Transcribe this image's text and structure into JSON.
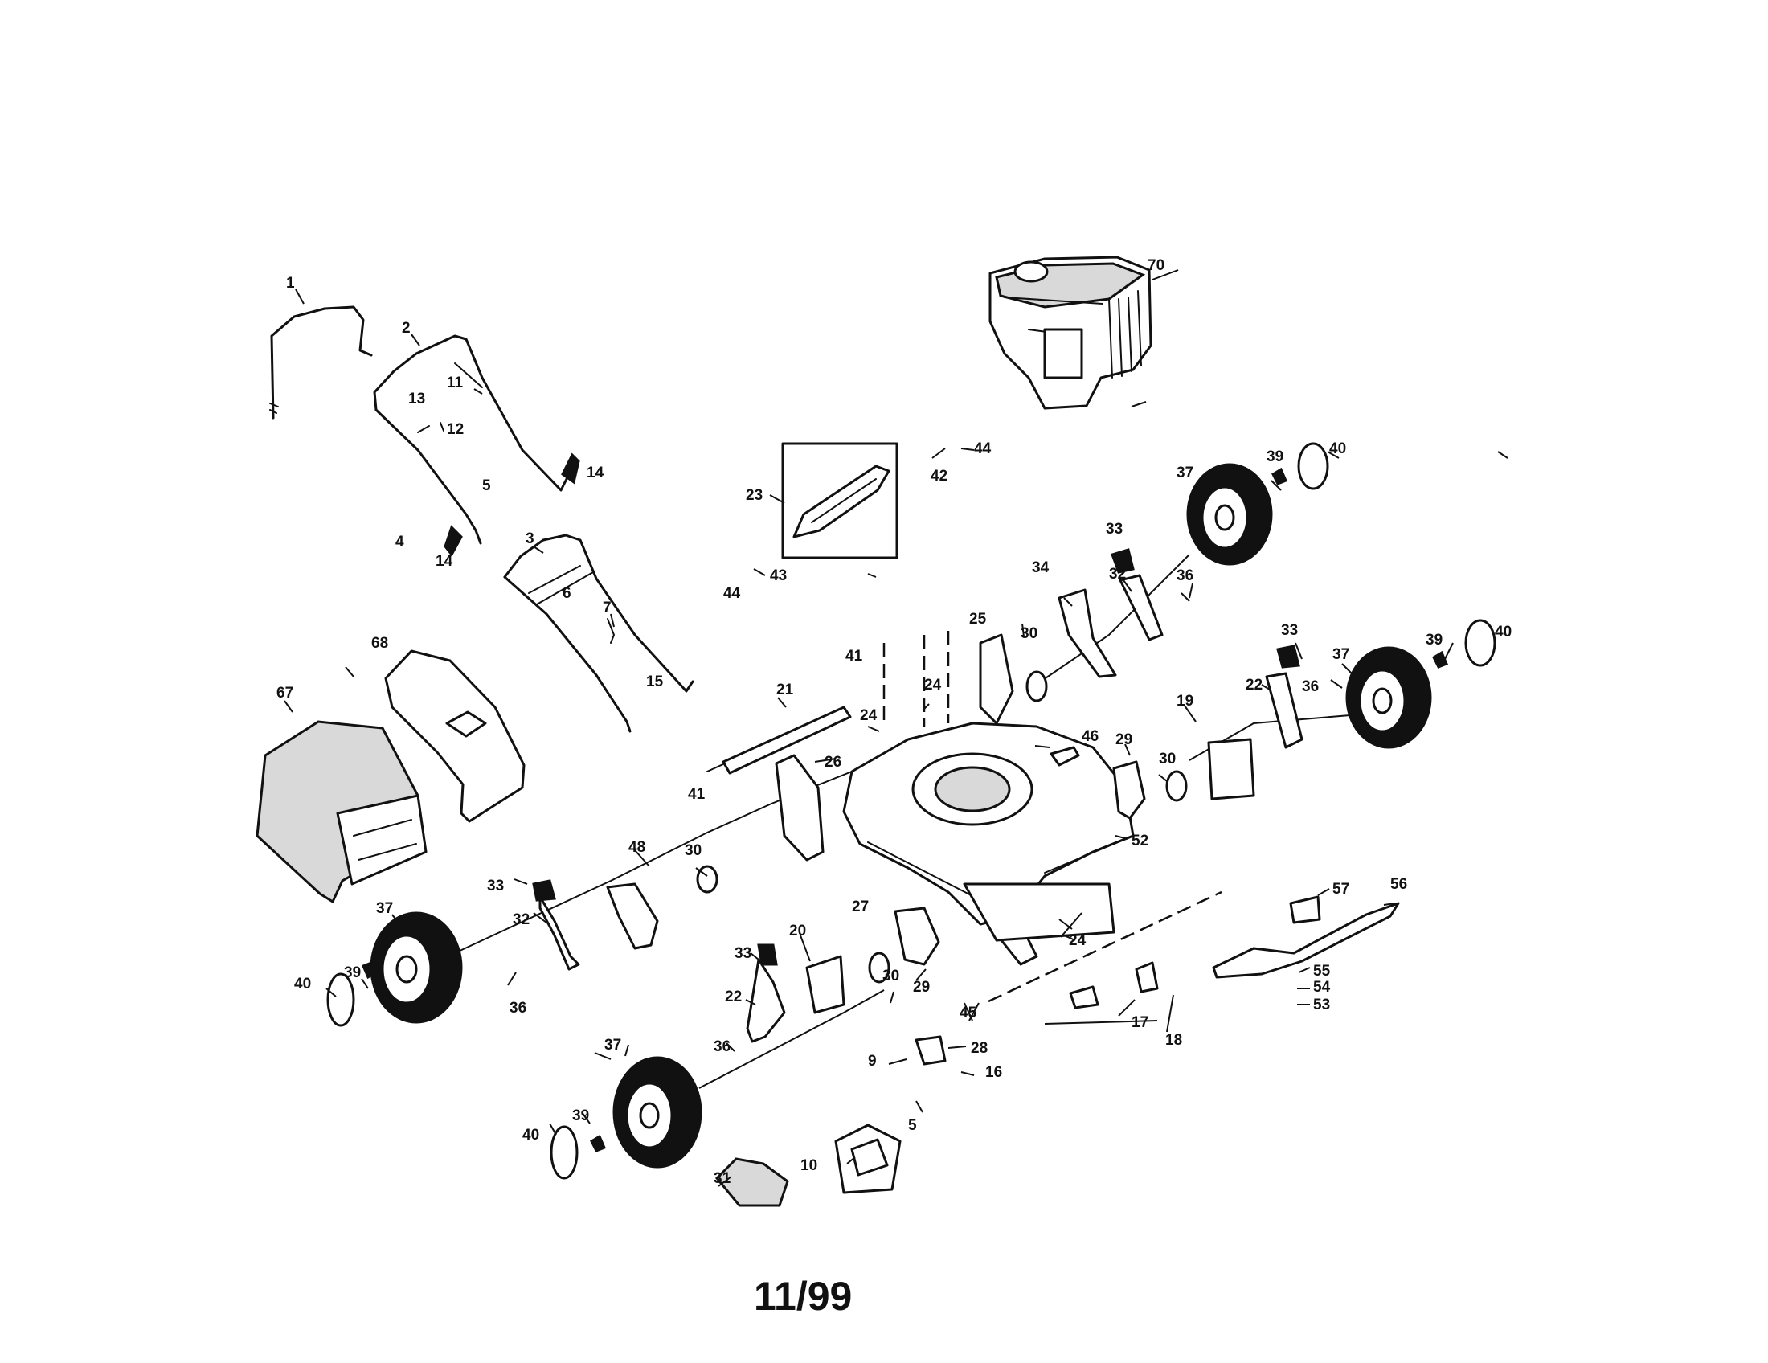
{
  "diagram": {
    "date_code": "11/99",
    "callouts": {
      "c1": "1",
      "c2": "2",
      "c3": "3",
      "c4": "4",
      "c5a": "5",
      "c5b": "5",
      "c6": "6",
      "c7": "7",
      "c9": "9",
      "c10": "10",
      "c11": "11",
      "c12": "12",
      "c13": "13",
      "c14a": "14",
      "c14b": "14",
      "c15": "15",
      "c16": "16",
      "c17": "17",
      "c18": "18",
      "c19": "19",
      "c20": "20",
      "c21": "21",
      "c22a": "22",
      "c22b": "22",
      "c23": "23",
      "c24a": "24",
      "c24b": "24",
      "c24c": "24",
      "c25": "25",
      "c26": "26",
      "c27": "27",
      "c28": "28",
      "c29a": "29",
      "c29b": "29",
      "c30a": "30",
      "c30b": "30",
      "c30c": "30",
      "c30d": "30",
      "c31": "31",
      "c32a": "32",
      "c32b": "32",
      "c33a": "33",
      "c33b": "33",
      "c33c": "33",
      "c33d": "33",
      "c34": "34",
      "c36a": "36",
      "c36b": "36",
      "c36c": "36",
      "c36d": "36",
      "c37a": "37",
      "c37b": "37",
      "c37c": "37",
      "c37d": "37",
      "c39a": "39",
      "c39b": "39",
      "c39c": "39",
      "c39d": "39",
      "c40a": "40",
      "c40b": "40",
      "c40c": "40",
      "c40d": "40",
      "c41a": "41",
      "c41b": "41",
      "c42": "42",
      "c43": "43",
      "c44a": "44",
      "c44b": "44",
      "c45": "45",
      "c46": "46",
      "c48": "48",
      "c52": "52",
      "c53": "53",
      "c54": "54",
      "c55": "55",
      "c56": "56",
      "c57": "57",
      "c67": "67",
      "c68": "68",
      "c70": "70"
    }
  }
}
